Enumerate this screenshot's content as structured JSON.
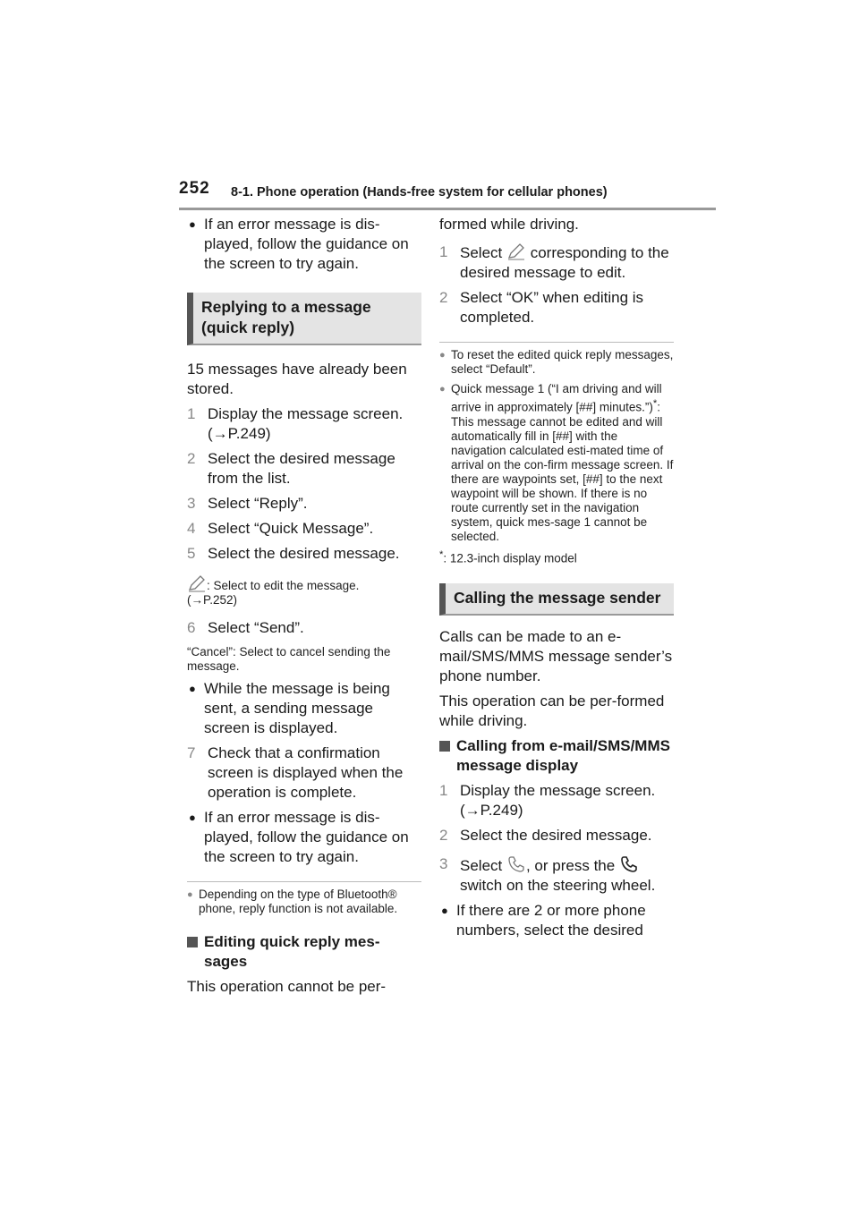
{
  "header": {
    "page_number": "252",
    "section_title": "8-1. Phone operation (Hands-free system for cellular phones)"
  },
  "left": {
    "bullet_error": "If an error message is dis-played, follow the guidance on the screen to try again.",
    "heading_reply": "Replying to a message (quick reply)",
    "stored_text": "15 messages have already been stored.",
    "steps": [
      {
        "n": "1",
        "text": "Display the message screen. (→P.249)"
      },
      {
        "n": "2",
        "text": "Select the desired message from the list."
      },
      {
        "n": "3",
        "text": "Select “Reply”."
      },
      {
        "n": "4",
        "text": "Select “Quick Message”."
      },
      {
        "n": "5",
        "text": "Select the desired message."
      }
    ],
    "edit_note": ": Select to edit the message.",
    "edit_ref": "(→P.252)",
    "step6": {
      "n": "6",
      "text": "Select “Send”."
    },
    "cancel_note": "“Cancel”: Select to cancel sending the message.",
    "bullet_sending": "While the message is being sent, a sending message screen is displayed.",
    "step7": {
      "n": "7",
      "text": "Check that a confirmation screen is displayed when the operation is complete."
    },
    "bullet_error2": "If an error message is dis-played, follow the guidance on the screen to try again.",
    "note_bluetooth": "Depending on the type of Bluetooth® phone, reply function is not available.",
    "subheading_edit": "Editing quick reply mes-sages",
    "cannot_text": "This operation cannot be per-"
  },
  "right": {
    "cont_text": "formed while driving.",
    "step1_pre": "Select",
    "step1_post": "corresponding to the desired message to edit.",
    "step2": "Select “OK” when editing is completed.",
    "note_reset": "To reset the edited quick reply messages, select “Default”.",
    "note_quick_pre": "Quick message 1 (“I am driving and will arrive in approximately [##] minutes.”)",
    "note_quick_star": "*",
    "note_quick_post": ": This message cannot be edited and will automatically fill in [##] with the navigation calculated esti-mated time of arrival on the con-firm message screen. If there are waypoints set, [##] to the next waypoint will be shown. If there is no route currently set in the navigation system, quick mes-sage 1 cannot be selected.",
    "footnote_star": "*",
    "footnote_text": ": 12.3-inch display model",
    "heading_call": "Calling the message sender",
    "calls_text": "Calls can be made to an e-mail/SMS/MMS message sender’s phone number.",
    "operation_text": "This operation can be per-formed while driving.",
    "subheading_call": "Calling from e-mail/SMS/MMS message display",
    "steps": [
      {
        "n": "1",
        "text": "Display the message screen. (→P.249)"
      },
      {
        "n": "2",
        "text": "Select the desired message."
      }
    ],
    "step3": {
      "n": "3",
      "pre": "Select",
      "mid": ", or press the",
      "post": "switch on the steering wheel."
    },
    "bullet_phones": "If there are 2 or more phone numbers, select the desired"
  },
  "icons": {
    "pencil": "pencil-edit-icon",
    "phone": "phone-handset-icon",
    "accent_heading_bar": "#555555",
    "heading_bg": "#e4e4e4"
  }
}
